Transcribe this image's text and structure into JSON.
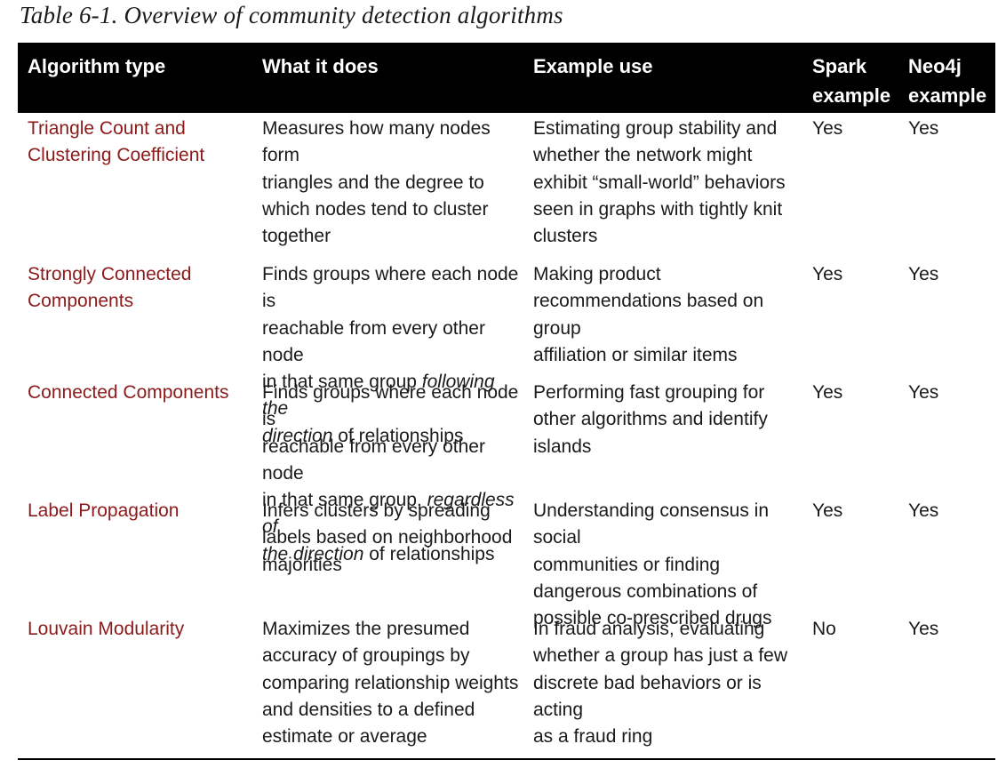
{
  "caption": "Table 6-1. Overview of community detection algorithms",
  "headers": {
    "algorithm_type": "Algorithm type",
    "what_it_does": "What it does",
    "example_use": "Example use",
    "spark_line1": "Spark",
    "spark_line2": "example",
    "neo4j_line1": "Neo4j",
    "neo4j_line2": "example"
  },
  "rows": [
    {
      "algorithm": [
        "Triangle Count and",
        "Clustering Coefficient"
      ],
      "what": [
        "Measures how many nodes form",
        "triangles and the degree to",
        "which nodes tend to cluster",
        "together"
      ],
      "example": [
        "Estimating group stability and",
        "whether the network might",
        "exhibit “small-world” behaviors",
        "seen in graphs with tightly knit",
        "clusters"
      ],
      "spark": "Yes",
      "neo4j": "Yes"
    },
    {
      "algorithm": [
        "Strongly Connected",
        "Components"
      ],
      "what_parts": {
        "l1": "Finds groups where each node is",
        "l2": "reachable from every other node",
        "l3a": "in that same group ",
        "l3b": "following the",
        "l4a": "direction",
        "l4b": " of relationships"
      },
      "example": [
        "Making product",
        "recommendations based on group",
        "affiliation or similar items"
      ],
      "spark": "Yes",
      "neo4j": "Yes"
    },
    {
      "algorithm": [
        "Connected Components"
      ],
      "what_parts": {
        "l1": "Finds groups where each node is",
        "l2": "reachable from every other node",
        "l3a": "in that same group, ",
        "l3b": "regardless of",
        "l4a": "the direction",
        "l4b": " of relationships"
      },
      "example": [
        "Performing fast grouping for",
        "other algorithms and identify",
        "islands"
      ],
      "spark": "Yes",
      "neo4j": "Yes"
    },
    {
      "algorithm": [
        "Label Propagation"
      ],
      "what": [
        "Infers clusters by spreading",
        "labels based on neighborhood",
        "majorities"
      ],
      "example": [
        "Understanding consensus in social",
        "communities or finding",
        "dangerous combinations of",
        "possible co-prescribed drugs"
      ],
      "spark": "Yes",
      "neo4j": "Yes"
    },
    {
      "algorithm": [
        "Louvain Modularity"
      ],
      "what": [
        "Maximizes the presumed",
        "accuracy of groupings by",
        "comparing relationship weights",
        "and densities to a defined",
        "estimate or average"
      ],
      "example": [
        "In fraud analysis, evaluating",
        "whether a group has just a few",
        "discrete bad behaviors or is acting",
        "as a fraud ring"
      ],
      "spark": "No",
      "neo4j": "Yes"
    }
  ]
}
